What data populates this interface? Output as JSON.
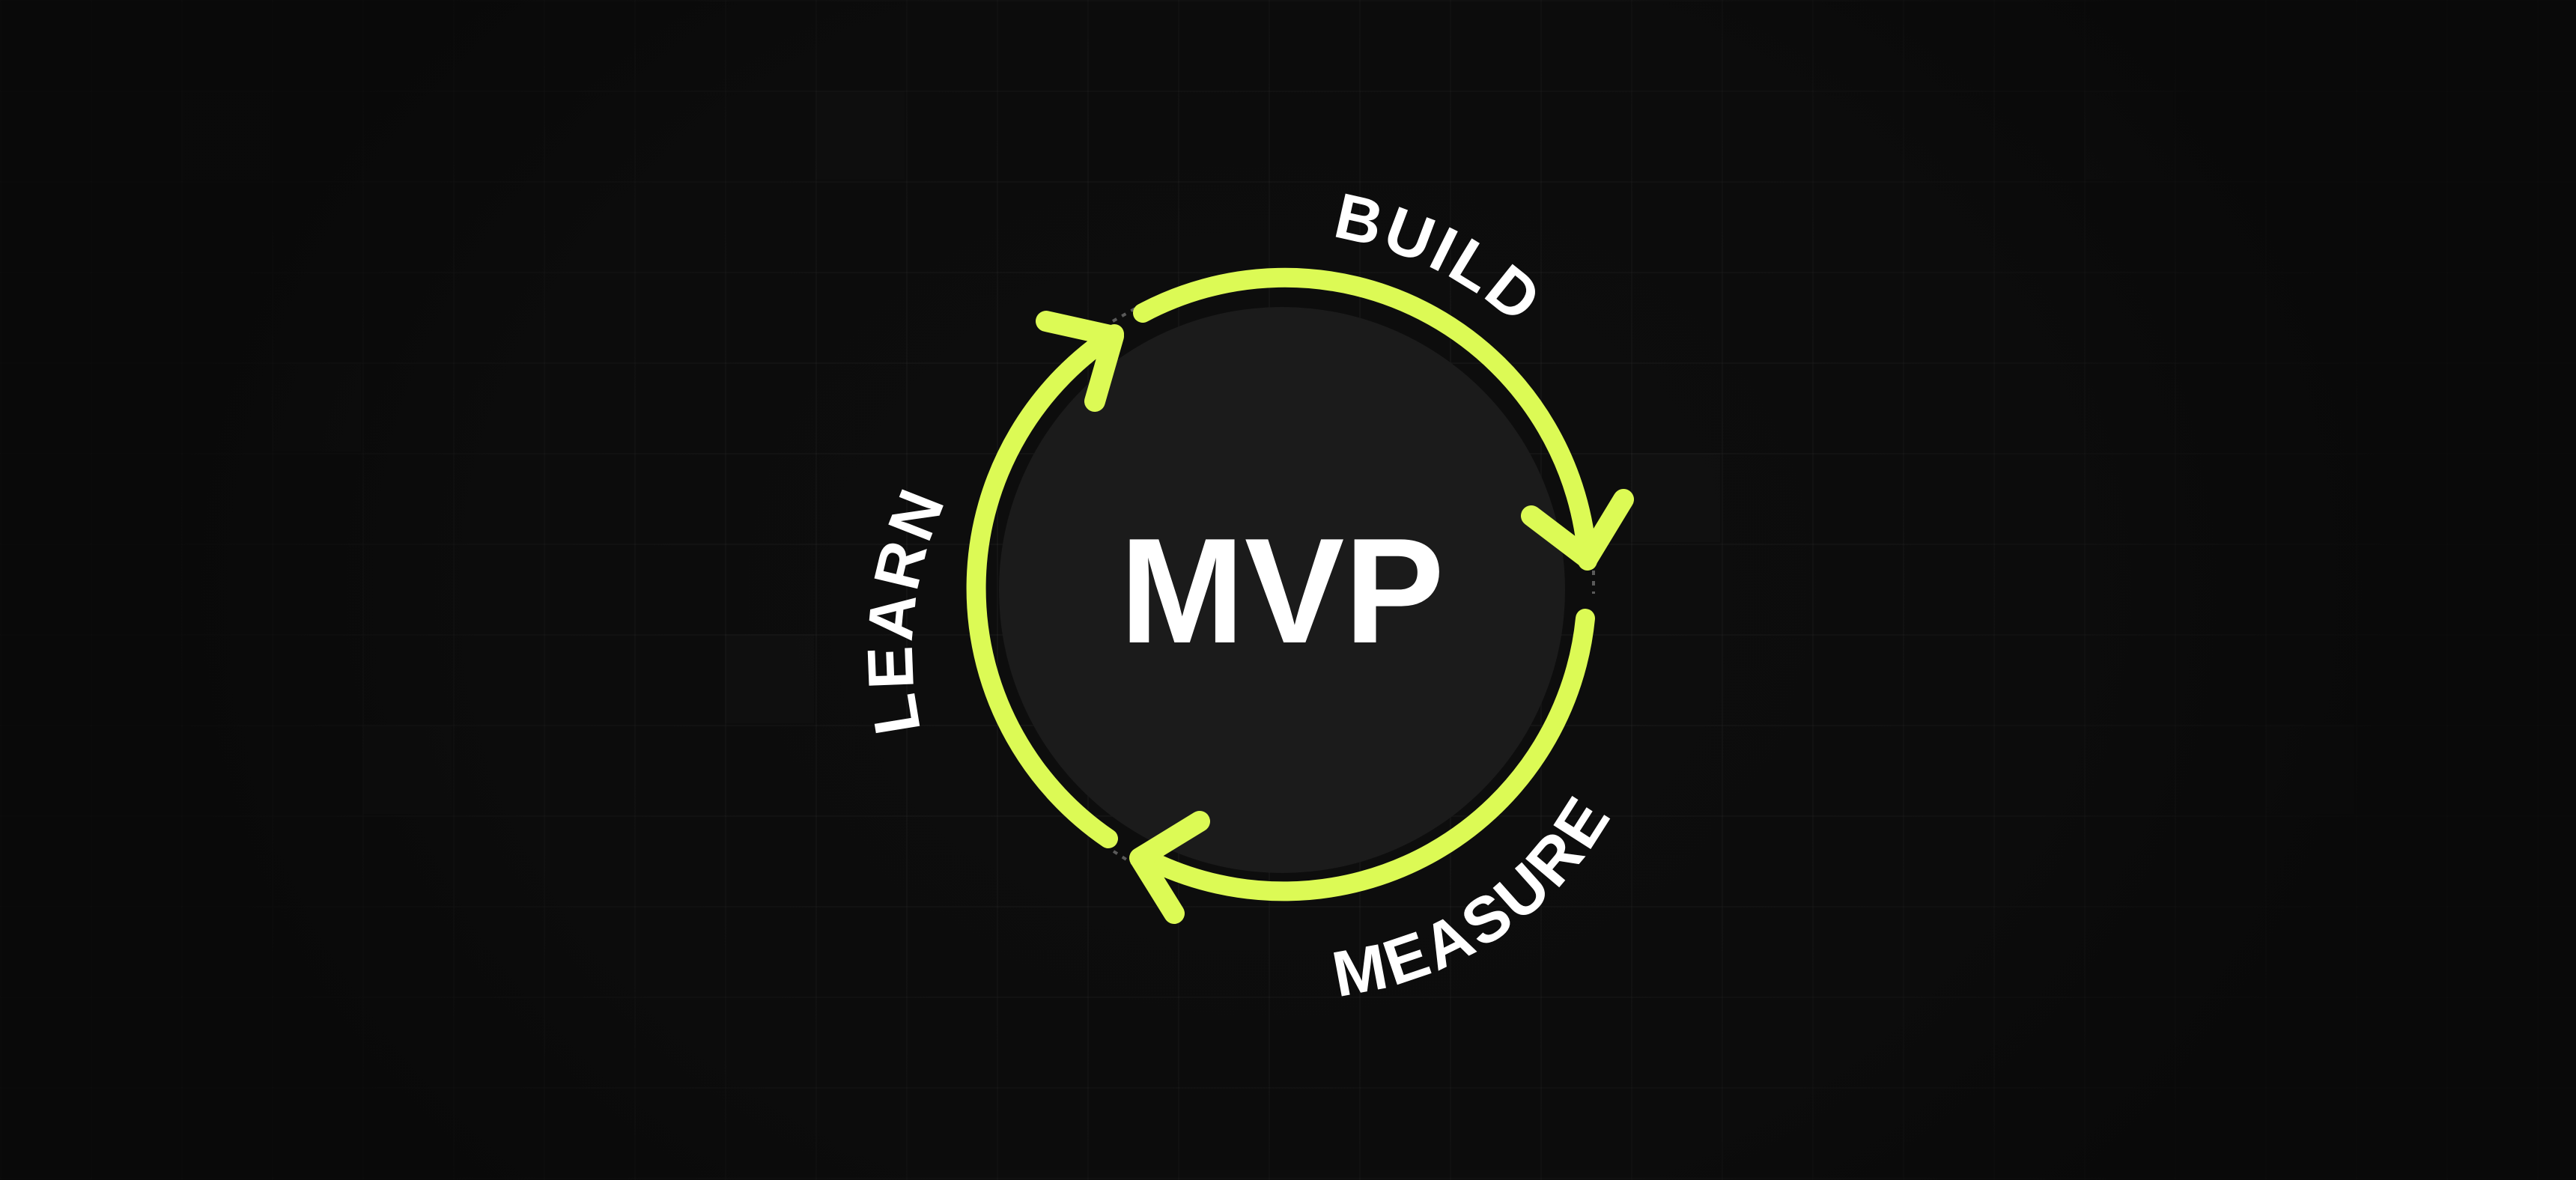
{
  "diagram": {
    "center_label": "MVP",
    "stages": [
      {
        "label": "BUILD"
      },
      {
        "label": "MEASURE"
      },
      {
        "label": "LEARN"
      }
    ],
    "colors": {
      "background": "#0e0e0e",
      "arc": "#dcfa55",
      "text": "#ffffff",
      "inner_circle": "#1a1a1a"
    }
  }
}
